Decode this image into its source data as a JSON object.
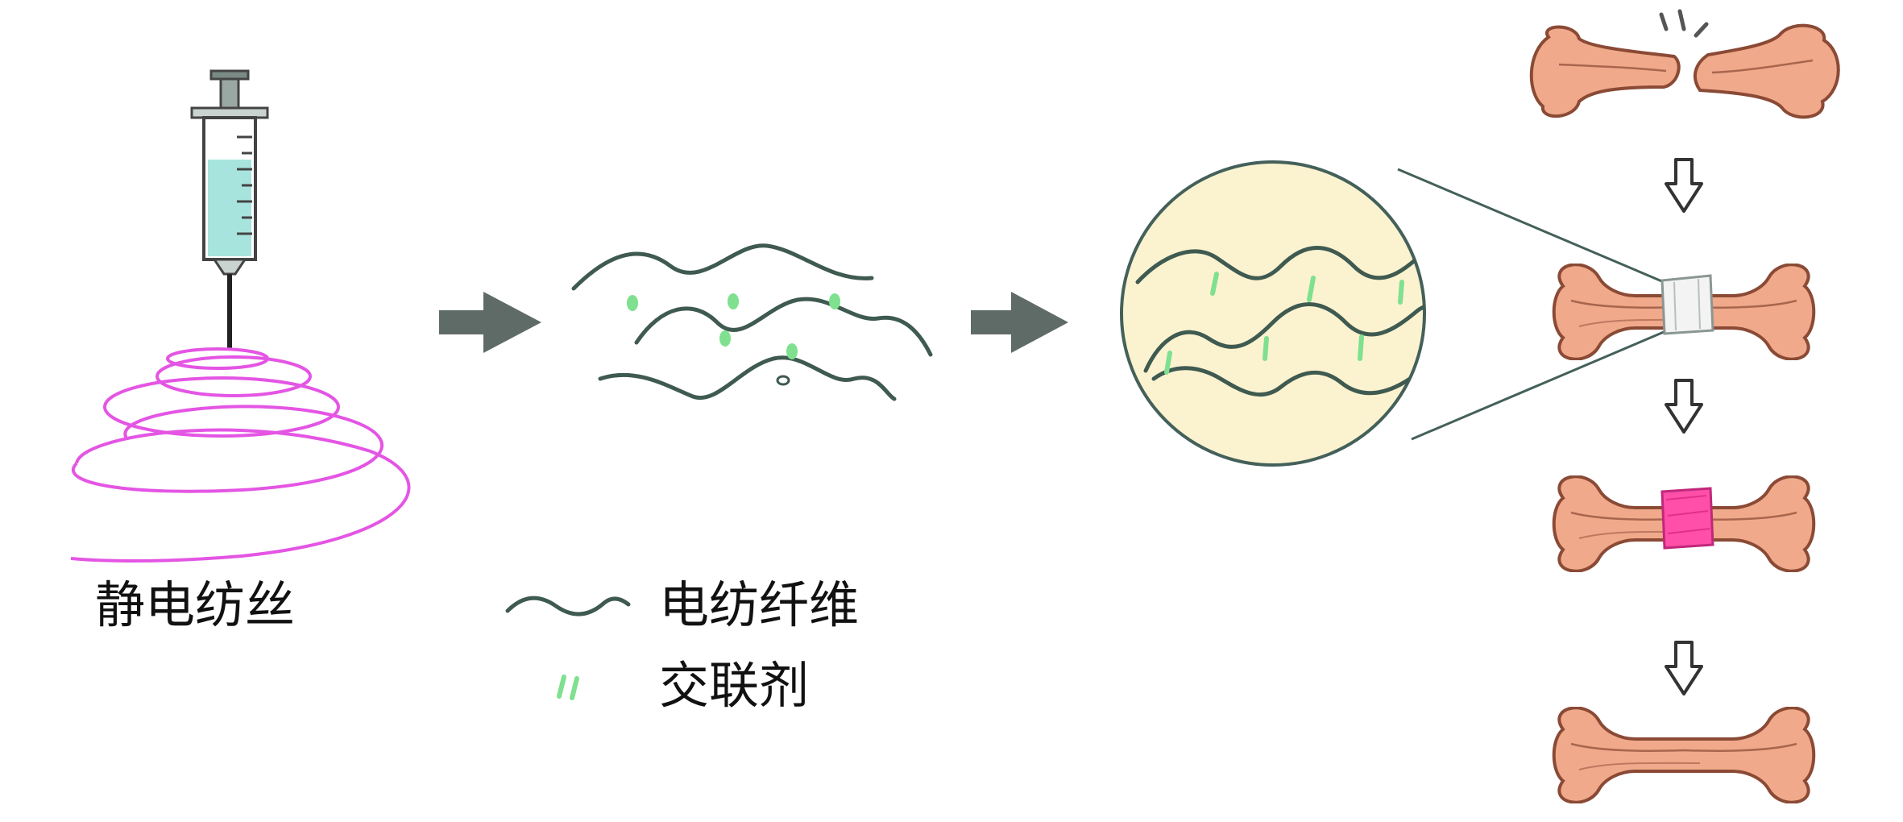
{
  "labels": {
    "electrospinning": "静电纺丝",
    "legend_fiber": "电纺纤维",
    "legend_crosslinker": "交联剂"
  },
  "colors": {
    "fiber": "#3f5a50",
    "crosslinker": "#7fe08f",
    "spiral": "#e455e4",
    "arrow": "#5f6b67",
    "bone_fill": "#f0a98a",
    "bone_stroke": "#8a4a35",
    "magnifier_fill": "#fbf2cf",
    "syringe_liquid": "#a8e4de",
    "healing": "#ff4fa8"
  }
}
